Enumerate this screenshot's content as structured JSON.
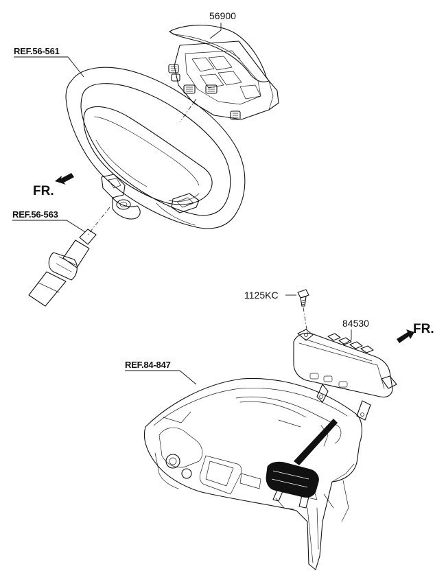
{
  "labels": {
    "airbag_driver": "56900",
    "ref_steering_wheel": "REF.56-561",
    "ref_column": "REF.56-563",
    "bolt": "1125KC",
    "airbag_passenger": "84530",
    "ref_crash_pad": "REF.84-847",
    "front_left": "FR.",
    "front_right": "FR."
  },
  "icons": {
    "front_arrow_left": "arrow-down-left-icon",
    "front_arrow_right": "arrow-up-right-icon"
  },
  "colors": {
    "line": "#111111",
    "background": "#ffffff",
    "airbag_fill": "#111111"
  }
}
